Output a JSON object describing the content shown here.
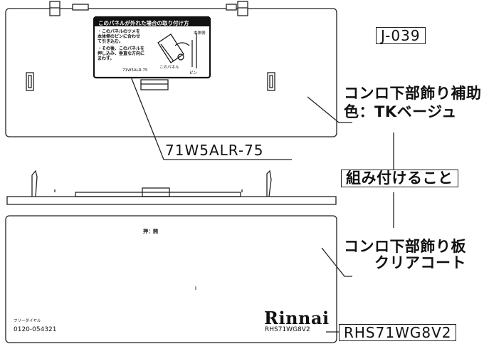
{
  "labels": {
    "drawing_code": "J-039",
    "upper_part_name_line1": "コンロ下部飾り補助",
    "upper_part_color": "色：TKベージュ",
    "warning_label_part_no": "71W5ALR-75",
    "assembly_note": "組み付けること",
    "lower_part_name_line1": "コンロ下部飾り板",
    "lower_part_finish": "クリアコート",
    "lower_part_no": "RHS71WG8V2"
  },
  "warning_label": {
    "title": "このパネルが外れた場合の取り付け方",
    "step1": "・このパネルのツメを\n本体側のピンに合わせ\nて引き込む。",
    "step2": "・その後、このパネルを\n押し込み、垂直な方向に\nまわす。",
    "code": "71W5ALR-75",
    "diagram_word_body": "本体側",
    "diagram_word_pin": "ピン",
    "diagram_word_panel": "このパネル"
  },
  "panel_front": {
    "push_text": "押：開",
    "freedial_label": "フリーダイヤル",
    "phone": "0120-054321",
    "brand": "Rinnai",
    "model": "RHS71WG8V2"
  },
  "colors": {
    "line": "#222222",
    "label_bg": "#111111",
    "background": "#ffffff"
  }
}
